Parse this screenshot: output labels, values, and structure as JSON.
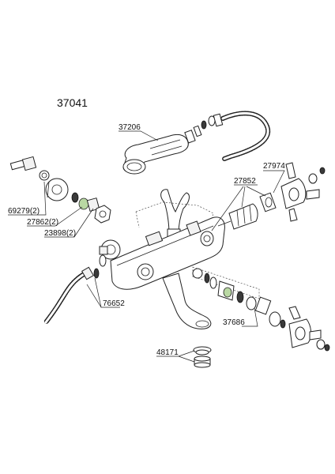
{
  "diagram": {
    "title": "37041",
    "labels": {
      "handshower": "37206",
      "hose_nut": "27974",
      "cartridge": "27852",
      "nipple": "69279",
      "nipple_qty": "(2)",
      "seal": "27862",
      "seal_qty": "(2)",
      "nut": "23898",
      "nut_qty": "(2)",
      "hose": "76652",
      "diverter": "37686",
      "aerator": "48171"
    }
  }
}
